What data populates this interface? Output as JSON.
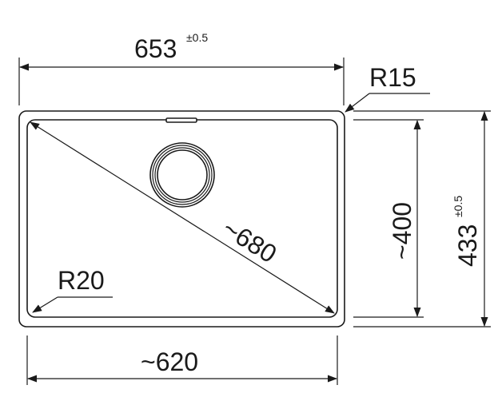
{
  "dimensions": {
    "top_width": {
      "value": "653",
      "tolerance": "±0.5"
    },
    "corner_outer_radius": "R15",
    "corner_inner_radius": "R20",
    "diagonal": "~680",
    "inner_height": "~400",
    "outer_height": {
      "value": "433",
      "tolerance": "±0.5"
    },
    "bottom_width": "~620"
  },
  "icons": {
    "drain": "drain-icon",
    "overflow_slot": "overflow-slot-icon"
  },
  "colors": {
    "line": "#1a1a1a",
    "background": "#ffffff"
  }
}
